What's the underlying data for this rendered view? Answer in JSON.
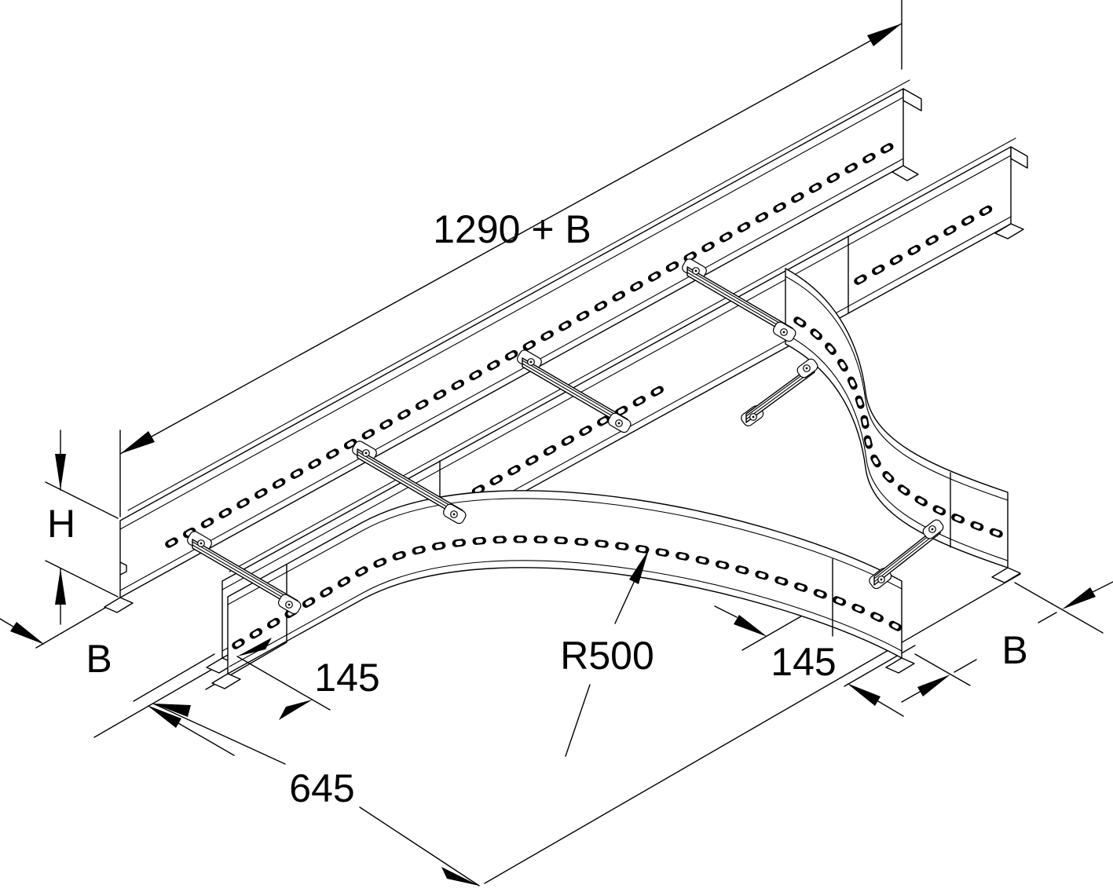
{
  "drawing": {
    "subject": "cable-ladder-tee-isometric-drawing",
    "background_color": "#ffffff",
    "line_color": "#000000",
    "dimensions": {
      "overall_length": "1290 + B",
      "side_rail_height": "H",
      "width_left": "B",
      "branch_segment_left": "145",
      "branch_offset_total": "645",
      "bend_radius": "R500",
      "branch_segment_right": "145",
      "width_right": "B"
    }
  }
}
